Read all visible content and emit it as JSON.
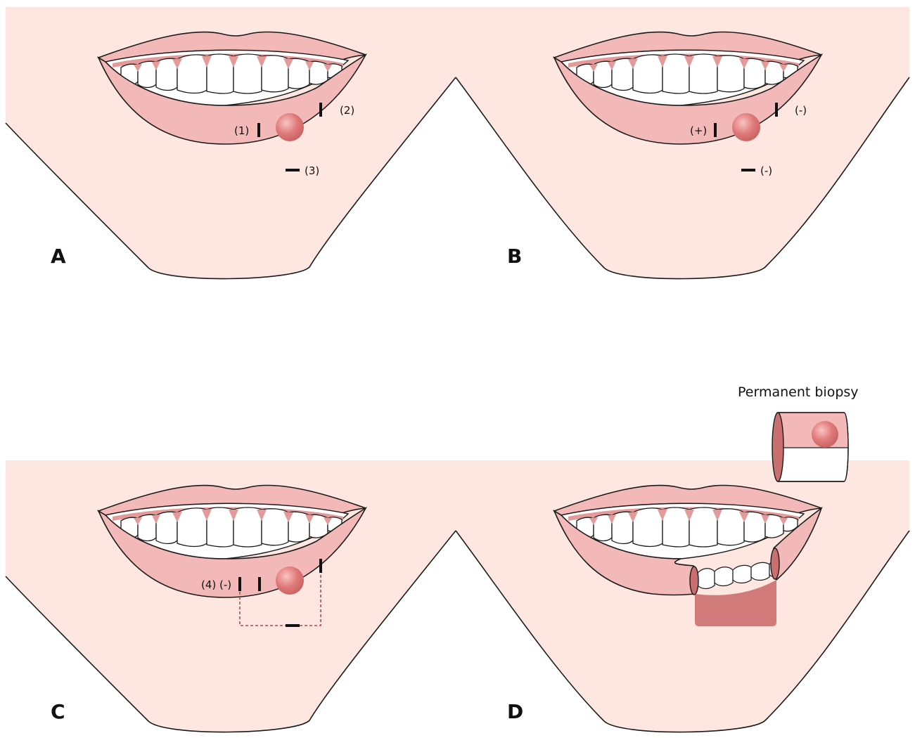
{
  "figure": {
    "panels": [
      {
        "id": "A",
        "letter": "A",
        "marker_labels": {
          "m1": "(1)",
          "m2": "(2)",
          "m3": "(3)"
        }
      },
      {
        "id": "B",
        "letter": "B",
        "marker_labels": {
          "m1": "(+)",
          "m2": "(-)",
          "m3": "(-)"
        }
      },
      {
        "id": "C",
        "letter": "C",
        "marker_labels": {
          "m4": "(4) (-)"
        }
      },
      {
        "id": "D",
        "letter": "D",
        "caption": "Permanent biopsy"
      }
    ],
    "colors": {
      "background": "#ffffff",
      "skin": "#fde7e0",
      "lip": "#f3b8b8",
      "lip_outline": "#1a1a1a",
      "teeth": "#ffffff",
      "gum": "#e59a9a",
      "lesion": "#e07a7a",
      "excision_block": "#d07a7a",
      "marker": "#111111",
      "dashed_outline": "#b54848"
    },
    "icons": [
      "lesion-nodule",
      "frozen-section-marker",
      "excision-outline",
      "specimen-cylinder"
    ]
  }
}
